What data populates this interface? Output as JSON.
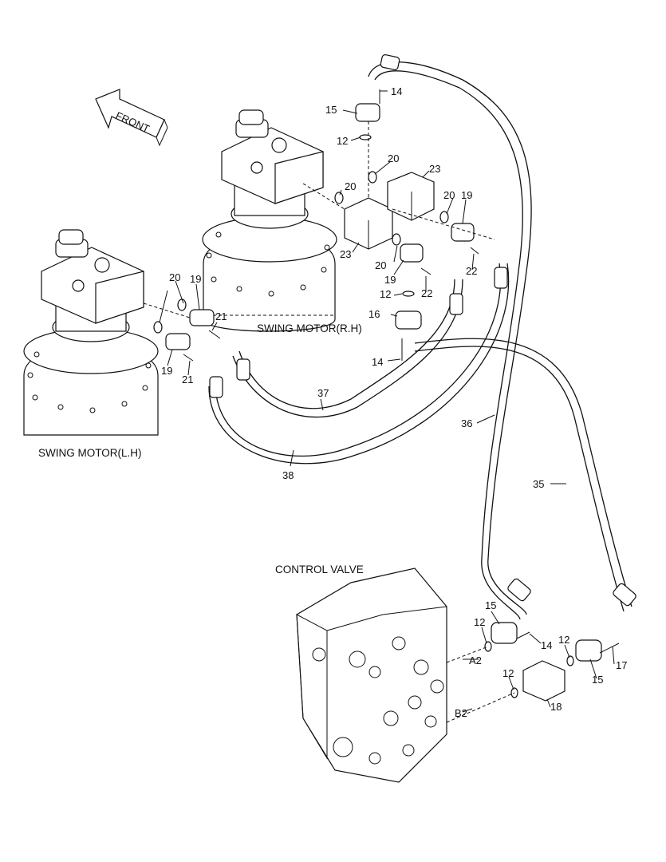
{
  "labels": {
    "front": "FRONT",
    "swing_motor_rh": "SWING MOTOR(R.H)",
    "swing_motor_lh": "SWING MOTOR(L.H)",
    "control_valve": "CONTROL VALVE",
    "port_a2": "A2",
    "port_b2": "B2"
  },
  "callouts": {
    "n14_top": "14",
    "n15_top": "15",
    "n12_top": "12",
    "n20_a": "20",
    "n23_a": "23",
    "n20_b": "20",
    "n23_b": "23",
    "n20_c": "20",
    "n19_a": "19",
    "n22_a": "22",
    "n20_d": "20",
    "n19_b": "19",
    "n22_b": "22",
    "n12_mid": "12",
    "n16": "16",
    "n14_mid": "14",
    "n20_e": "20",
    "n19_c": "19",
    "n21_a": "21",
    "n19_d": "19",
    "n21_b": "21",
    "n37": "37",
    "n36": "36",
    "n38": "38",
    "n35": "35",
    "n15_cv": "15",
    "n12_cv": "12",
    "n14_cv": "14",
    "n12_r": "12",
    "n17": "17",
    "n15_r": "15",
    "n12_b": "12",
    "n18": "18"
  }
}
